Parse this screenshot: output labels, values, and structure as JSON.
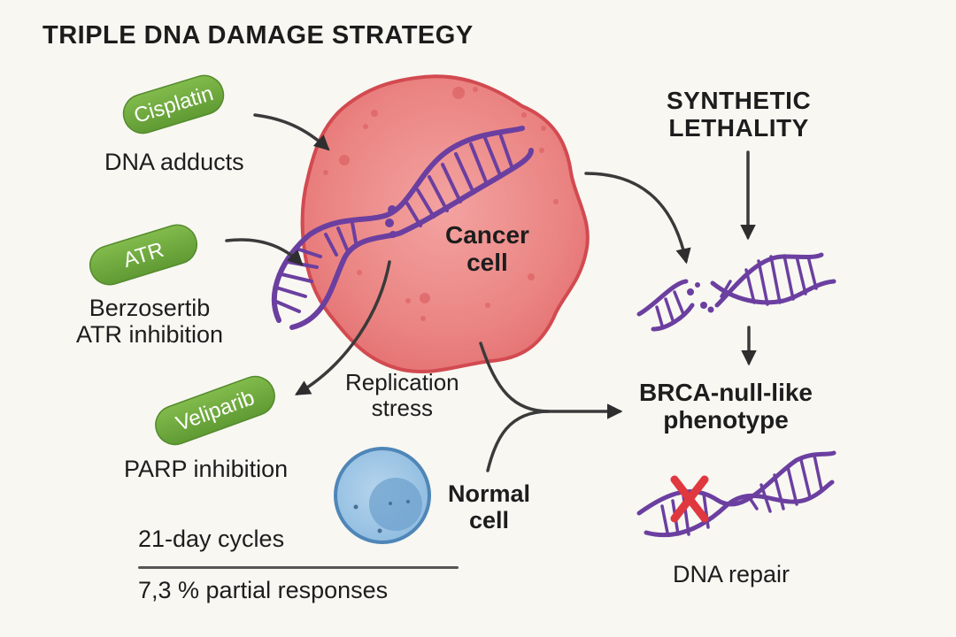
{
  "title": "TRIPLE DNA DAMAGE STRATEGY",
  "colors": {
    "background": "#f8f7f2",
    "drug_pill": "#6ea83c",
    "cancer_cell": "#e8787a",
    "cancer_cell_outline": "#d24a50",
    "dna": "#6b3fa0",
    "normal_cell": "#8fbce0",
    "arrow": "#3a3a3a",
    "cross": "#e0383f"
  },
  "drugs": [
    {
      "name": "Cisplatin",
      "effect": "DNA adducts"
    },
    {
      "name": "ATR",
      "effect_lines": [
        "Berzosertib",
        "ATR inhibition"
      ]
    },
    {
      "name": "Veliparib",
      "effect": "PARP inhibition"
    }
  ],
  "cancer_cell": {
    "label_lines": [
      "Cancer",
      "cell"
    ]
  },
  "normal_cell": {
    "label_lines": [
      "Normal",
      "cell"
    ]
  },
  "replication_stress": {
    "lines": [
      "Replication",
      "stress"
    ]
  },
  "synthetic_lethality": {
    "lines": [
      "SYNTHETIC",
      "LETHALITY"
    ]
  },
  "phenotype": {
    "lines": [
      "BRCA-null-like",
      "phenotype"
    ]
  },
  "dna_repair": {
    "label": "DNA repair"
  },
  "schedule": {
    "cycles": "21-day cycles",
    "responses": "7,3 % partial responses"
  },
  "icons": {
    "dna_helix": "dna-helix-icon",
    "broken_dna": "broken-dna-icon",
    "cross": "red-x-icon",
    "arrow": "arrow-icon"
  }
}
